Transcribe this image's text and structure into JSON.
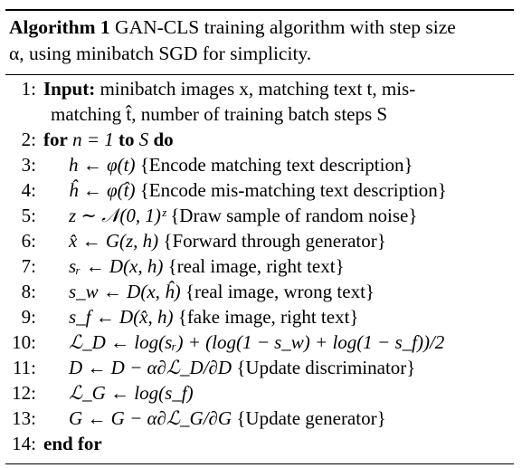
{
  "caption": {
    "label": "Algorithm 1",
    "line1": "GAN-CLS training algorithm with step size",
    "line2": "α, using minibatch SGD for simplicity."
  },
  "lines": [
    {
      "num": "1:",
      "keyword": "Input:",
      "text": "minibatch images x, matching text t, mis-"
    },
    {
      "num": "",
      "keyword": "",
      "text": "matching t̂, number of training batch steps S"
    },
    {
      "num": "2:",
      "keyword": "for",
      "text": "n = 1",
      "keyword2": "to",
      "text2": "S",
      "keyword3": "do"
    },
    {
      "num": "3:",
      "math": "h ← φ(t)",
      "comment": "{Encode matching text description}"
    },
    {
      "num": "4:",
      "math": "ĥ ← φ(t̂)",
      "comment": "{Encode mis-matching text description}"
    },
    {
      "num": "5:",
      "math": "z ∼ 𝒩(0, 1)ᶻ",
      "comment": "{Draw sample of random noise}"
    },
    {
      "num": "6:",
      "math": "x̂ ← G(z, h)",
      "comment": "{Forward through generator}"
    },
    {
      "num": "7:",
      "math": "sᵣ ← D(x, h)",
      "comment": "{real image, right text}"
    },
    {
      "num": "8:",
      "math": "s_w ← D(x, ĥ)",
      "comment": "{real image, wrong text}"
    },
    {
      "num": "9:",
      "math": "s_f ← D(x̂, h)",
      "comment": "{fake image, right text}"
    },
    {
      "num": "10:",
      "math": "ℒ_D ← log(sᵣ) + (log(1 − s_w) + log(1 − s_f))/2",
      "comment": ""
    },
    {
      "num": "11:",
      "math": "D ← D − α∂ℒ_D/∂D",
      "comment": "{Update discriminator}"
    },
    {
      "num": "12:",
      "math": "ℒ_G ← log(s_f)",
      "comment": ""
    },
    {
      "num": "13:",
      "math": "G ← G − α∂ℒ_G/∂G",
      "comment": "{Update generator}"
    },
    {
      "num": "14:",
      "keyword": "end for",
      "text": ""
    }
  ]
}
